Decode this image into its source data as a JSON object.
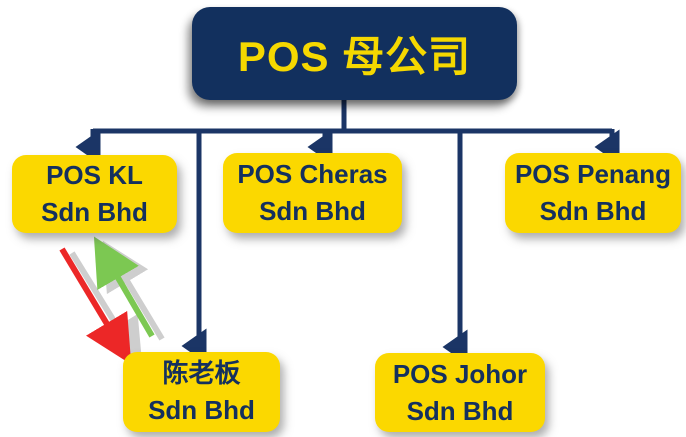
{
  "diagram": {
    "type": "org-chart",
    "root": {
      "label": "POS 母公司"
    },
    "nodes": [
      {
        "id": "pos-kl",
        "line1": "POS KL",
        "line2": "Sdn Bhd"
      },
      {
        "id": "pos-cheras",
        "line1": "POS Cheras",
        "line2": "Sdn Bhd"
      },
      {
        "id": "pos-penang",
        "line1": "POS Penang",
        "line2": "Sdn Bhd"
      },
      {
        "id": "chen-laoban",
        "line1": "陈老板",
        "line2": "Sdn Bhd"
      },
      {
        "id": "pos-johor",
        "line1": "POS Johor",
        "line2": "Sdn Bhd"
      }
    ],
    "colors": {
      "root_fill": "#12305E",
      "root_text": "#F5D800",
      "child_fill": "#FBD800",
      "child_text": "#14305E",
      "connector": "#1B3566",
      "red_arrow": "#EC2727",
      "green_arrow": "#7CC852",
      "arrow_shadow": "#9E9E9E"
    },
    "arrows": [
      {
        "id": "red-arrow",
        "color": "#EC2727",
        "from": "POS KL Sdn Bhd",
        "to": "陈老板 Sdn Bhd",
        "direction": "down"
      },
      {
        "id": "green-arrow",
        "color": "#7CC852",
        "from": "陈老板 Sdn Bhd",
        "to": "POS KL Sdn Bhd",
        "direction": "up"
      }
    ]
  }
}
